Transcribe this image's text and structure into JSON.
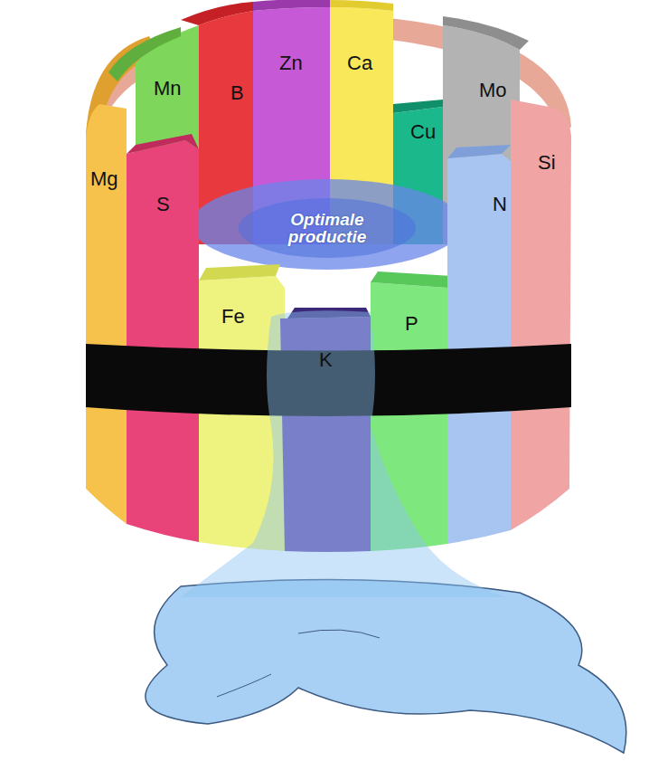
{
  "diagram": {
    "nodes": [
      {
        "text": [
          "Mn"
        ]
      },
      {
        "text": [
          "B"
        ]
      },
      {
        "text": [
          "Zn"
        ]
      },
      {
        "text": [
          "Ca"
        ]
      },
      {
        "text": [
          "Cu"
        ]
      },
      {
        "text": [
          "Mo"
        ]
      },
      {
        "text": [
          "Mg"
        ]
      },
      {
        "text": [
          "S"
        ]
      },
      {
        "text": [
          "N"
        ]
      },
      {
        "text": [
          "Si"
        ]
      },
      {
        "text": [
          "Optimale productie"
        ]
      },
      {
        "text": [
          "Fe"
        ]
      },
      {
        "text": [
          "P"
        ]
      },
      {
        "text": [
          "K"
        ]
      }
    ]
  }
}
